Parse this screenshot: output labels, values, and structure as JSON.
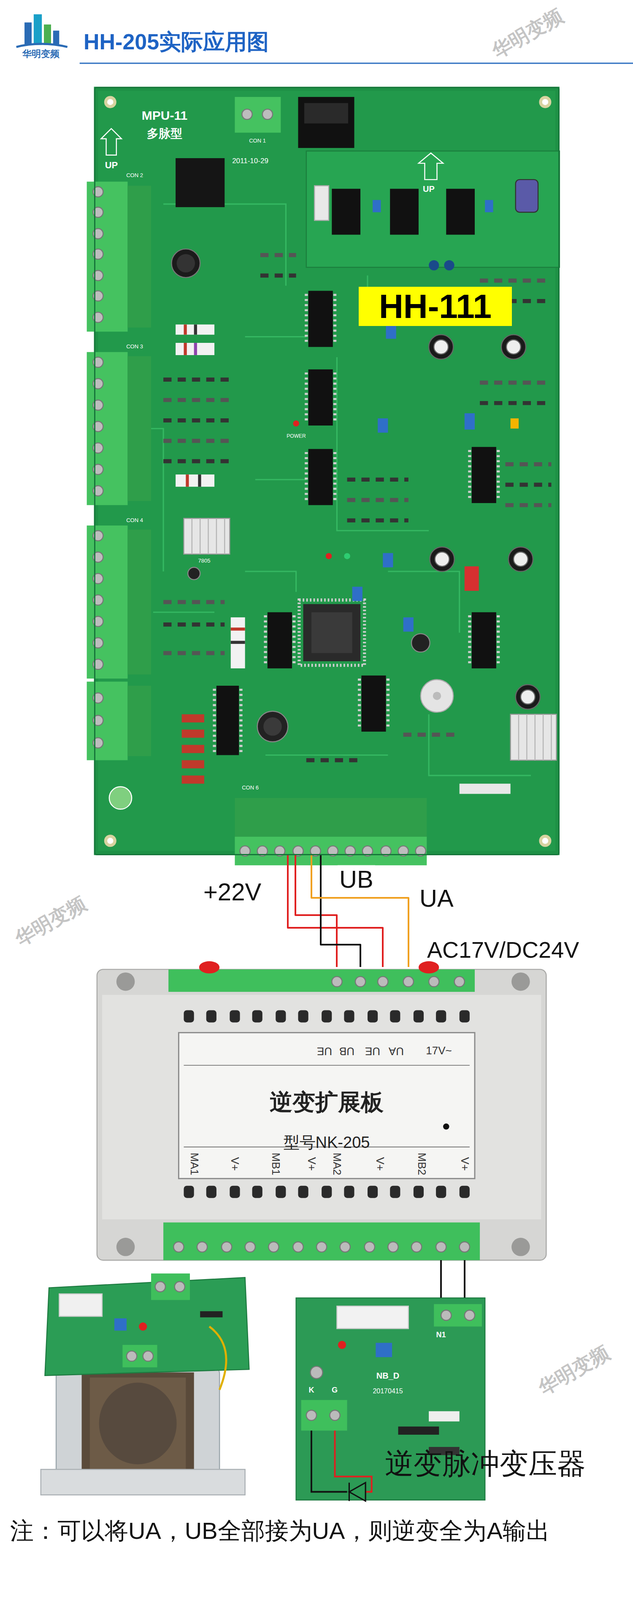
{
  "diagram": {
    "title": "HH-205实际应用图",
    "nodes": [
      {
        "text": [
          "MPU-11",
          "多脉型"
        ]
      },
      {
        "text": [
          "HH-111"
        ],
        "in": 0
      },
      {
        "text": [
          "逆变扩展板",
          "型号NK-205"
        ]
      },
      {
        "text": [
          "NB_D",
          "20170415"
        ]
      }
    ],
    "edges": [
      {
        "from": 0,
        "to": 2,
        "arrow": "none",
        "label": "+22V"
      },
      {
        "from": 0,
        "to": 2,
        "arrow": "none"
      },
      {
        "from": 0,
        "to": 2,
        "arrow": "none",
        "label": "UB"
      },
      {
        "from": 0,
        "to": 2,
        "arrow": "none",
        "label": "UA"
      },
      {
        "from": 2,
        "to": 3,
        "arrow": "none"
      },
      {
        "from": 2,
        "to": 3,
        "arrow": "none"
      }
    ],
    "labels": [
      "华明变频",
      "UP",
      "CON 1",
      "2011-10-29",
      "UP",
      "CON 2",
      "CON 3",
      "CON 4",
      "7805",
      "POWER",
      "CON 6",
      "AC17V/DC24V",
      "UE",
      "UB",
      "UE",
      "UA",
      "17V~",
      "MA1",
      "V+",
      "MB1",
      "V+",
      "MA2",
      "V+",
      "MB2",
      "V+",
      "N1",
      "K",
      "G",
      "逆变脉冲变压器",
      "注：可以将UA，UB全部接为UA，则逆变全为A输出",
      "华明变频",
      "华明变频",
      "华明变频"
    ]
  }
}
